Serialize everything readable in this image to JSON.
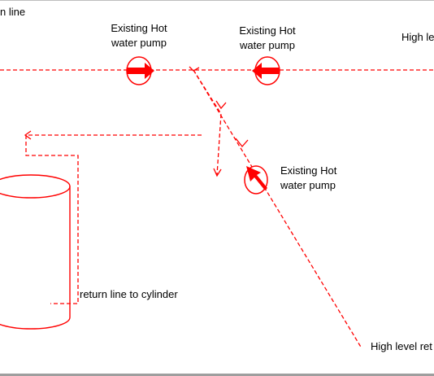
{
  "labels": {
    "top_left_fragment": "n line",
    "pump_left_line1": "Existing Hot",
    "pump_left_line2": "water pump",
    "pump_mid_line1": "Existing Hot",
    "pump_mid_line2": "water pump",
    "pump_diag_line1": "Existing Hot",
    "pump_diag_line2": "water pump",
    "high_level_top": "High le",
    "return_line_cylinder": "return line to cylinder",
    "high_level_bottom": "High level ret"
  },
  "colors": {
    "pipe": "#ff0000",
    "outline": "#ff0000",
    "text": "#000000"
  },
  "icons": {
    "pump_left": "right-arrow-in-circle",
    "pump_mid": "left-arrow-in-circle",
    "pump_diag": "up-left-arrow-in-circle",
    "cylinder": "hot-water-cylinder"
  }
}
